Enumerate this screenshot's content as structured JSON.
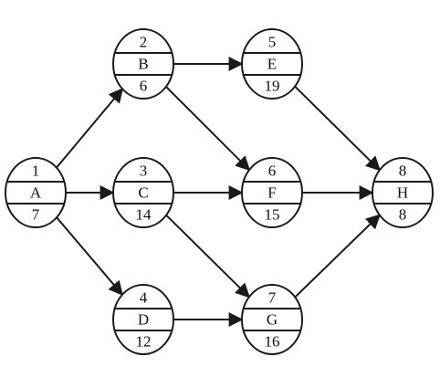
{
  "diagram": {
    "nodes": [
      {
        "id": "A",
        "top": "1",
        "mid": "A",
        "bottom": "7"
      },
      {
        "id": "B",
        "top": "2",
        "mid": "B",
        "bottom": "6"
      },
      {
        "id": "C",
        "top": "3",
        "mid": "C",
        "bottom": "14"
      },
      {
        "id": "D",
        "top": "4",
        "mid": "D",
        "bottom": "12"
      },
      {
        "id": "E",
        "top": "5",
        "mid": "E",
        "bottom": "19"
      },
      {
        "id": "F",
        "top": "6",
        "mid": "F",
        "bottom": "15"
      },
      {
        "id": "G",
        "top": "7",
        "mid": "G",
        "bottom": "16"
      },
      {
        "id": "H",
        "top": "8",
        "mid": "H",
        "bottom": "8"
      }
    ],
    "edges": [
      {
        "from": "A",
        "to": "B"
      },
      {
        "from": "A",
        "to": "C"
      },
      {
        "from": "A",
        "to": "D"
      },
      {
        "from": "B",
        "to": "E"
      },
      {
        "from": "B",
        "to": "F"
      },
      {
        "from": "C",
        "to": "F"
      },
      {
        "from": "C",
        "to": "G"
      },
      {
        "from": "D",
        "to": "G"
      },
      {
        "from": "E",
        "to": "H"
      },
      {
        "from": "F",
        "to": "H"
      },
      {
        "from": "G",
        "to": "H"
      }
    ],
    "colors": {
      "stroke": "#1a1a1a",
      "text": "#111111",
      "background": "#ffffff"
    }
  }
}
